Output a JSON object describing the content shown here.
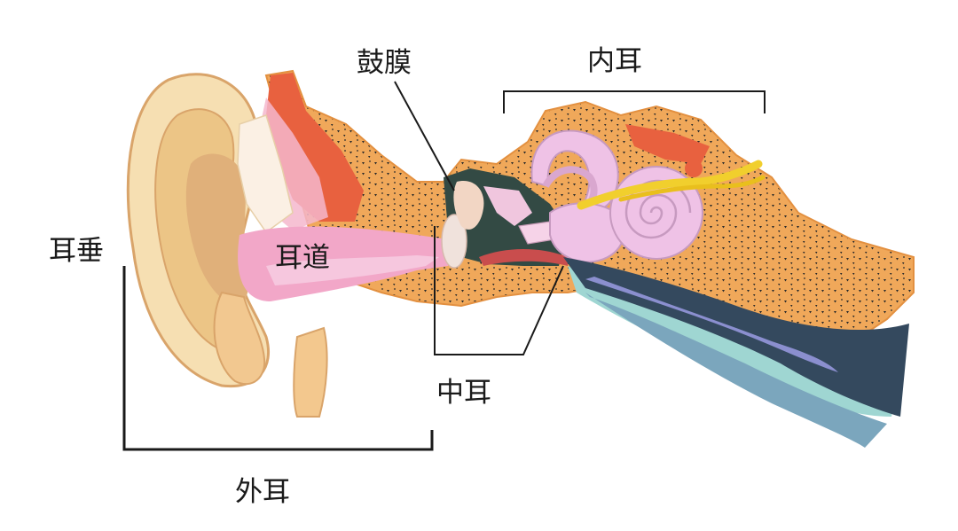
{
  "labels": {
    "earlobe": "耳垂",
    "ear_canal": "耳道",
    "eardrum": "鼓膜",
    "inner_ear": "内耳",
    "middle_ear": "中耳",
    "outer_ear": "外耳"
  },
  "colors": {
    "bone": "#f0a85a",
    "bone_dots": "#2a2a2a",
    "pinna_light": "#f6dfb2",
    "pinna_mid": "#ecc586",
    "pinna_dark": "#d9a46a",
    "canal_pink": "#f2a7c8",
    "muscle_red": "#e8613f",
    "cavity_dark": "#334a44",
    "cochlea": "#efc2e6",
    "nerve_yellow": "#f1cf2d",
    "tube_dark": "#34495e",
    "tube_light": "#9fd6d2",
    "bracket": "#1a1a1a"
  }
}
